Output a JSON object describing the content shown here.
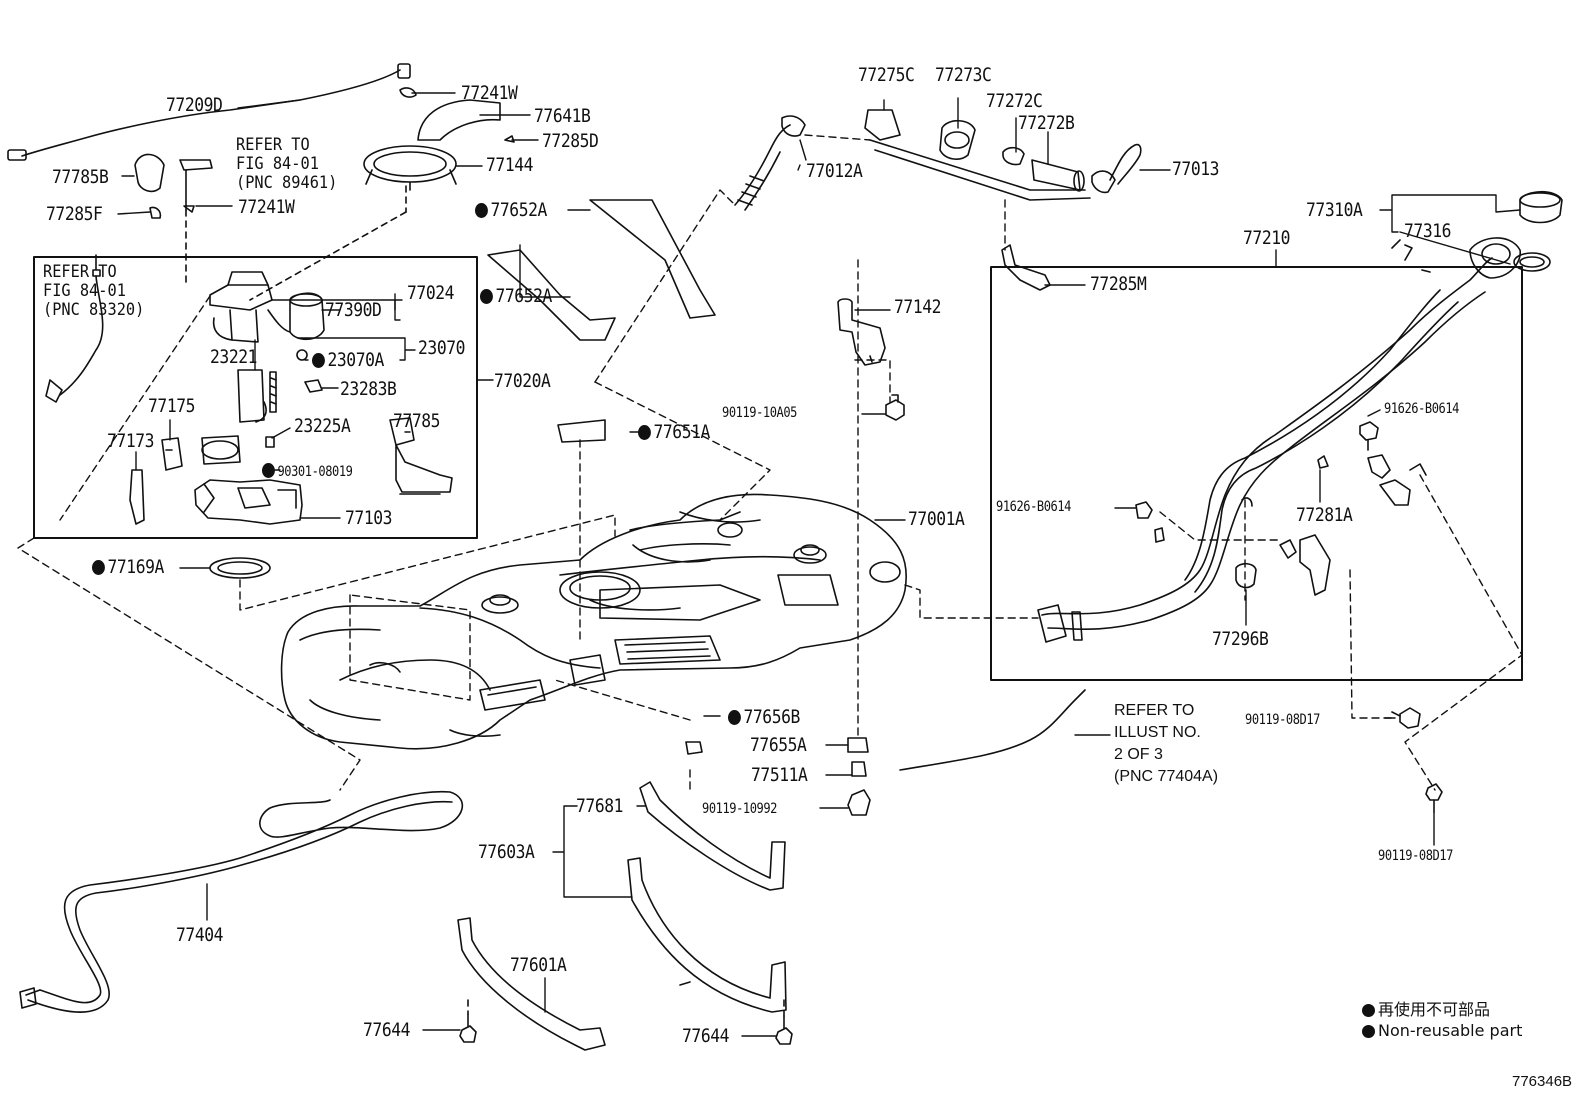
{
  "parts": {
    "p77209D": "77209D",
    "p77241W_a": "77241W",
    "p77641B": "77641B",
    "p77285D": "77285D",
    "p77144": "77144",
    "p77785B": "77785B",
    "p77285F": "77285F",
    "p77241W_b": "77241W",
    "p77652A_a": "77652A",
    "p77652A_b": "77652A",
    "p77024": "77024",
    "p77390D": "77390D",
    "p23070": "23070",
    "p23070A": "23070A",
    "p23221": "23221",
    "p23283B": "23283B",
    "p77020A": "77020A",
    "p77175": "77175",
    "p77173": "77173",
    "p23225A": "23225A",
    "p77785": "77785",
    "p90301_08019": "90301-08019",
    "p77103": "77103",
    "p77169A": "77169A",
    "p77275C": "77275C",
    "p77273C": "77273C",
    "p77272C": "77272C",
    "p77272B": "77272B",
    "p77012A": "77012A",
    "p77013": "77013",
    "p77310A": "77310A",
    "p77316": "77316",
    "p77285M": "77285M",
    "p77210": "77210",
    "p77142": "77142",
    "p90119_10A05": "90119-10A05",
    "p77651A": "77651A",
    "p77001A": "77001A",
    "p91626_B0614_a": "91626-B0614",
    "p91626_B0614_b": "91626-B0614",
    "p77281A": "77281A",
    "p77296B": "77296B",
    "p90119_08D17_a": "90119-08D17",
    "p90119_08D17_b": "90119-08D17",
    "p77656B": "77656B",
    "p77655A": "77655A",
    "p77511A": "77511A",
    "p90119_10992": "90119-10992",
    "p77681": "77681",
    "p77603A": "77603A",
    "p77404": "77404",
    "p77601A": "77601A",
    "p77644_a": "77644",
    "p77644_b": "77644"
  },
  "refs": {
    "ref1": "REFER TO\nFIG 84-01\n(PNC 89461)",
    "ref2": "REFER TO\nFIG 84-01\n(PNC 83320)",
    "ref3": "REFER TO\nILLUST NO.\n2 OF 3\n(PNC 77404A)"
  },
  "legend": {
    "jp": "再使用不可部品",
    "en": "Non-reusable part"
  },
  "figure_id": "776346B"
}
